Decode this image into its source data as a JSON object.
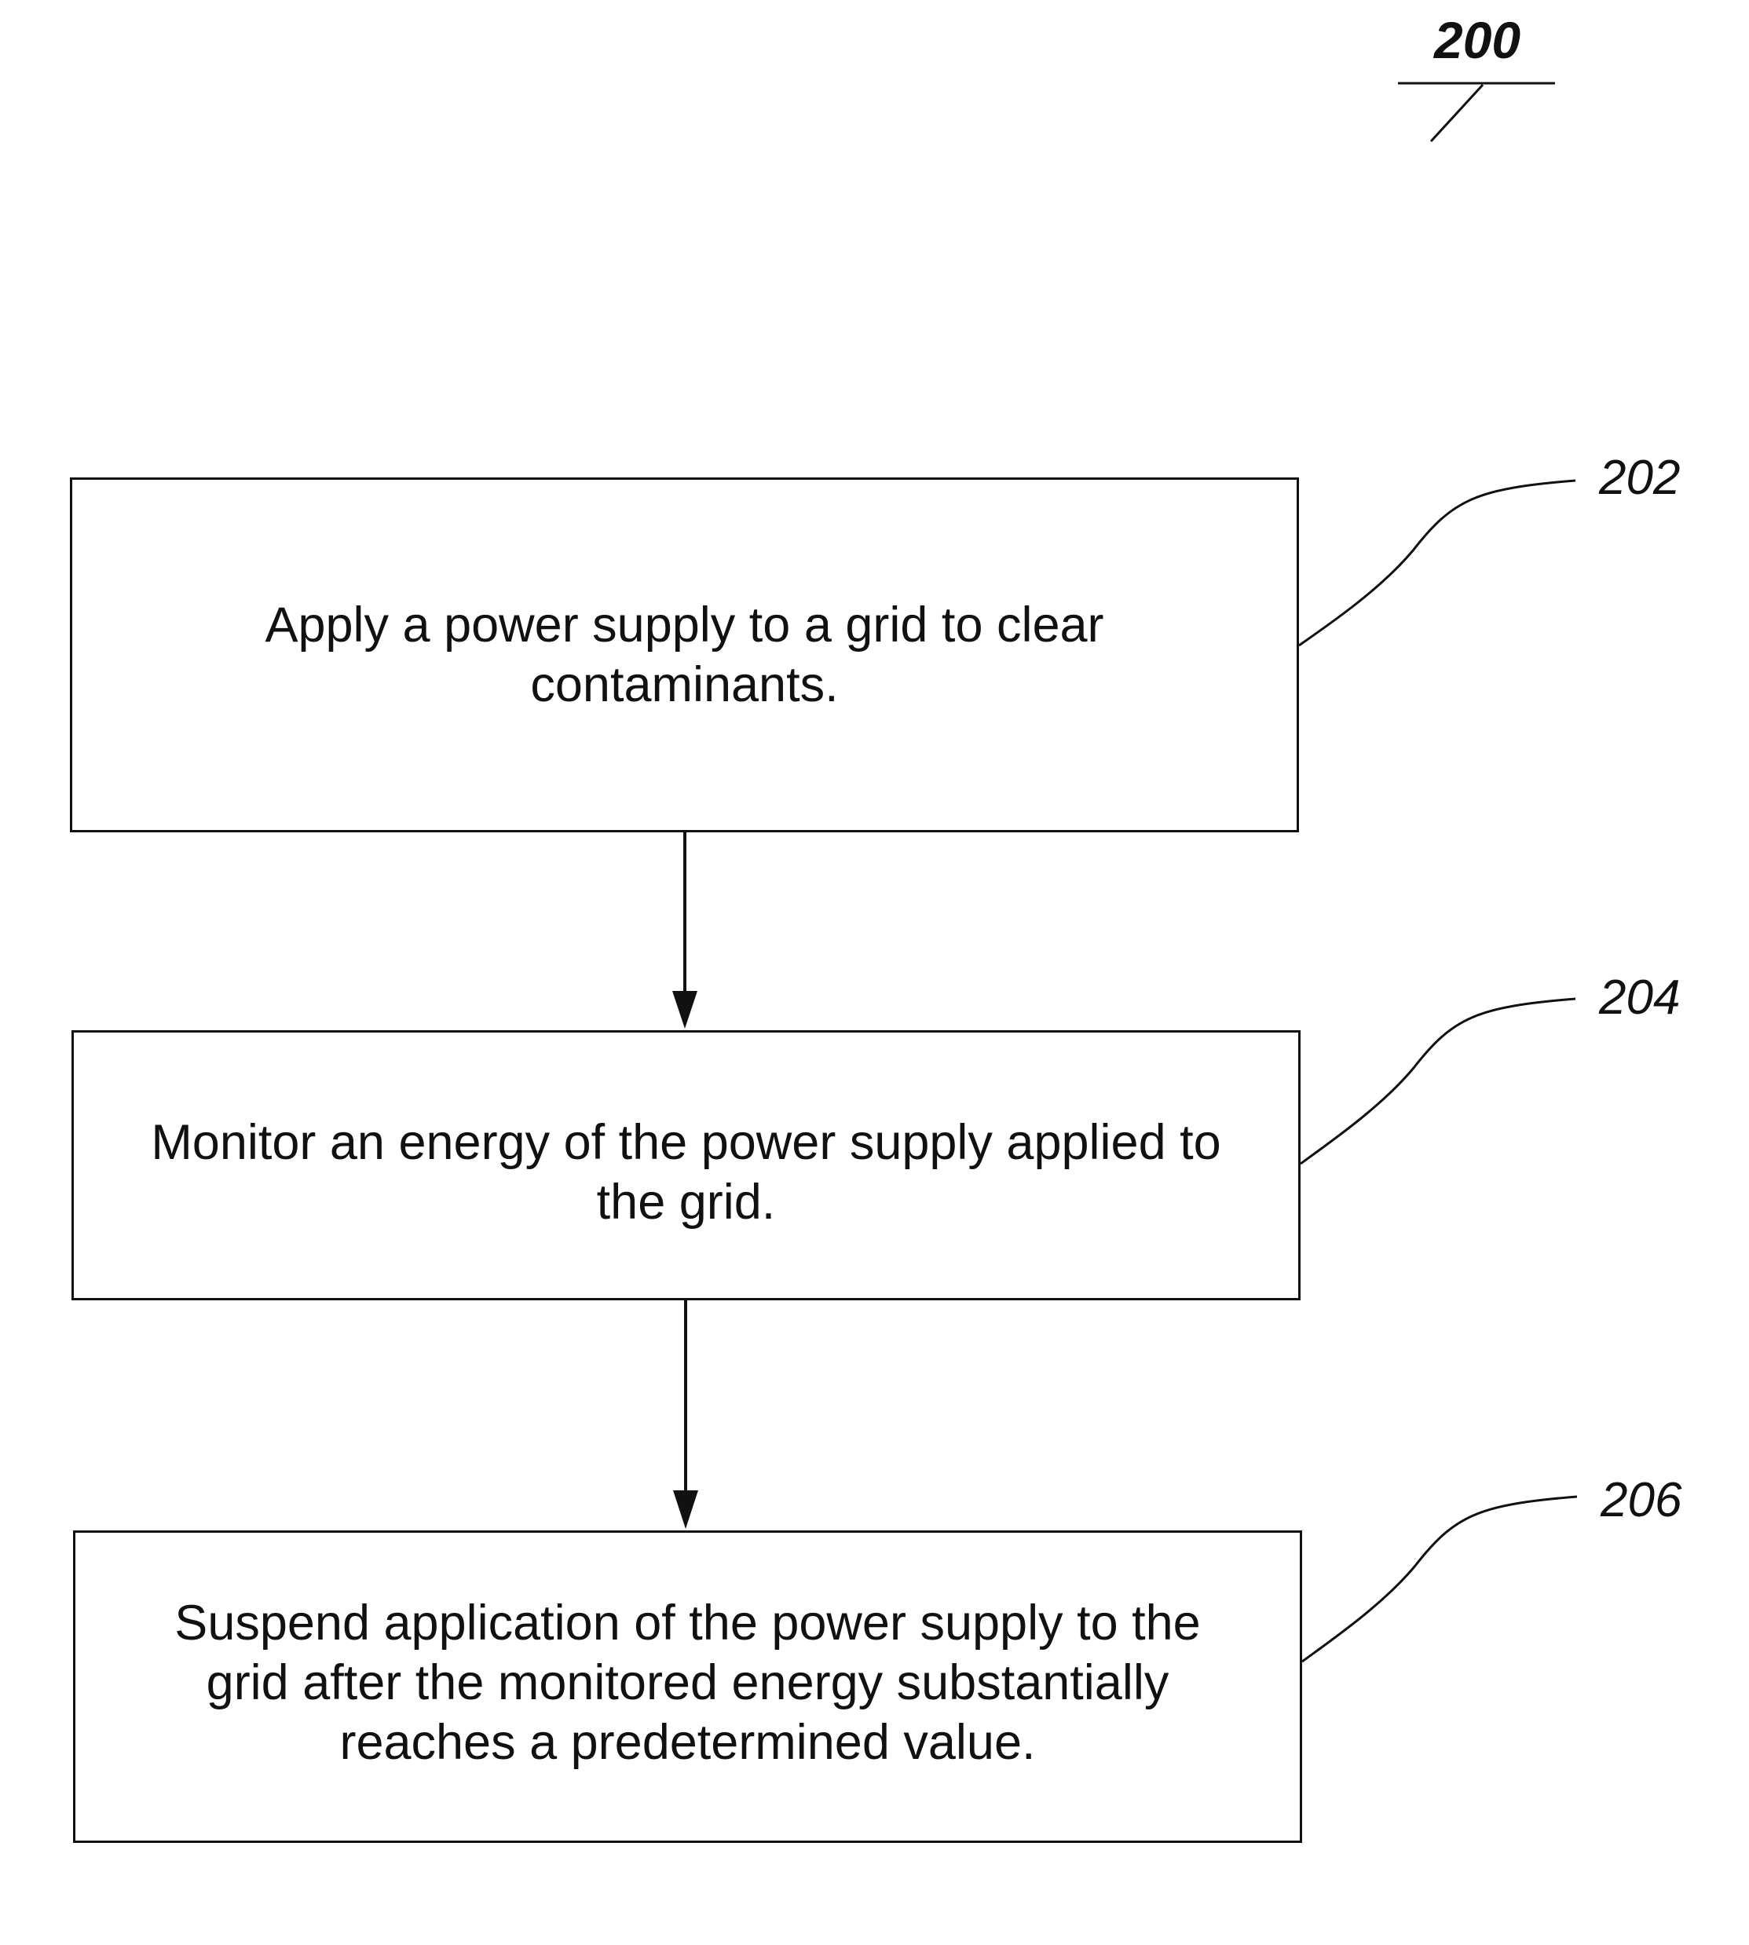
{
  "figure": {
    "number": "200"
  },
  "steps": [
    {
      "ref": "202",
      "text": "Apply a power supply to a grid to clear\ncontaminants."
    },
    {
      "ref": "204",
      "text": "Monitor an energy of the power supply applied to\nthe grid."
    },
    {
      "ref": "206",
      "text": "Suspend application of the power supply to the\ngrid after the monitored energy substantially\nreaches a predetermined value."
    }
  ],
  "colors": {
    "line": "#111111",
    "background": "#ffffff"
  }
}
